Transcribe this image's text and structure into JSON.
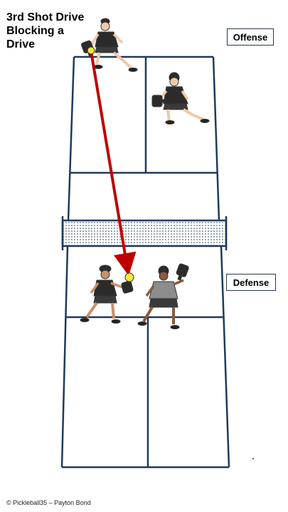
{
  "title": {
    "line1": "3rd Shot Drive",
    "line2": "Blocking a",
    "line3": "Drive"
  },
  "labels": {
    "offense": "Offense",
    "defense": "Defense"
  },
  "credit": "© Pickleball35 – Payton Bond",
  "colors": {
    "court_lines": "#1f3a5a",
    "shot_arrow": "#c00000",
    "ball": "#f2ea3a"
  },
  "players": [
    {
      "team": "offense",
      "role": "server-hitting-drive",
      "shirt": "#2b2b2b"
    },
    {
      "team": "offense",
      "role": "partner-ready",
      "shirt": "#2b2b2b"
    },
    {
      "team": "defense",
      "role": "blocking-at-kitchen",
      "shirt": "#2b2b2b"
    },
    {
      "team": "defense",
      "role": "partner-ready",
      "shirt": "#8c8c8c"
    }
  ]
}
